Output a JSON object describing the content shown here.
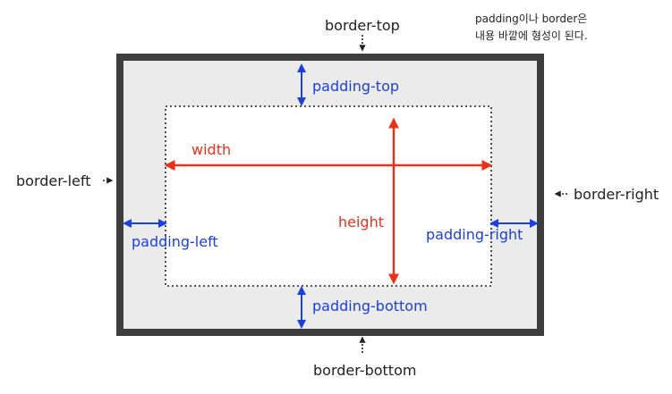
{
  "labels": {
    "border_top": "border-top",
    "border_bottom": "border-bottom",
    "border_left": "border-left",
    "border_right": "border-right",
    "padding_top": "padding-top",
    "padding_bottom": "padding-bottom",
    "padding_left": "padding-left",
    "padding_right": "padding-right",
    "width": "width",
    "height": "height"
  },
  "note": {
    "line1": "padding이나 border은",
    "line2": "내용 바깥에 형성이 된다."
  },
  "colors": {
    "border": "#3e3e3e",
    "padding_fill": "#ebebeb",
    "content_fill": "#ffffff",
    "padding_arrows": "#1c3fe0",
    "content_arrows": "#e8301a",
    "border_labels": "#222222"
  }
}
